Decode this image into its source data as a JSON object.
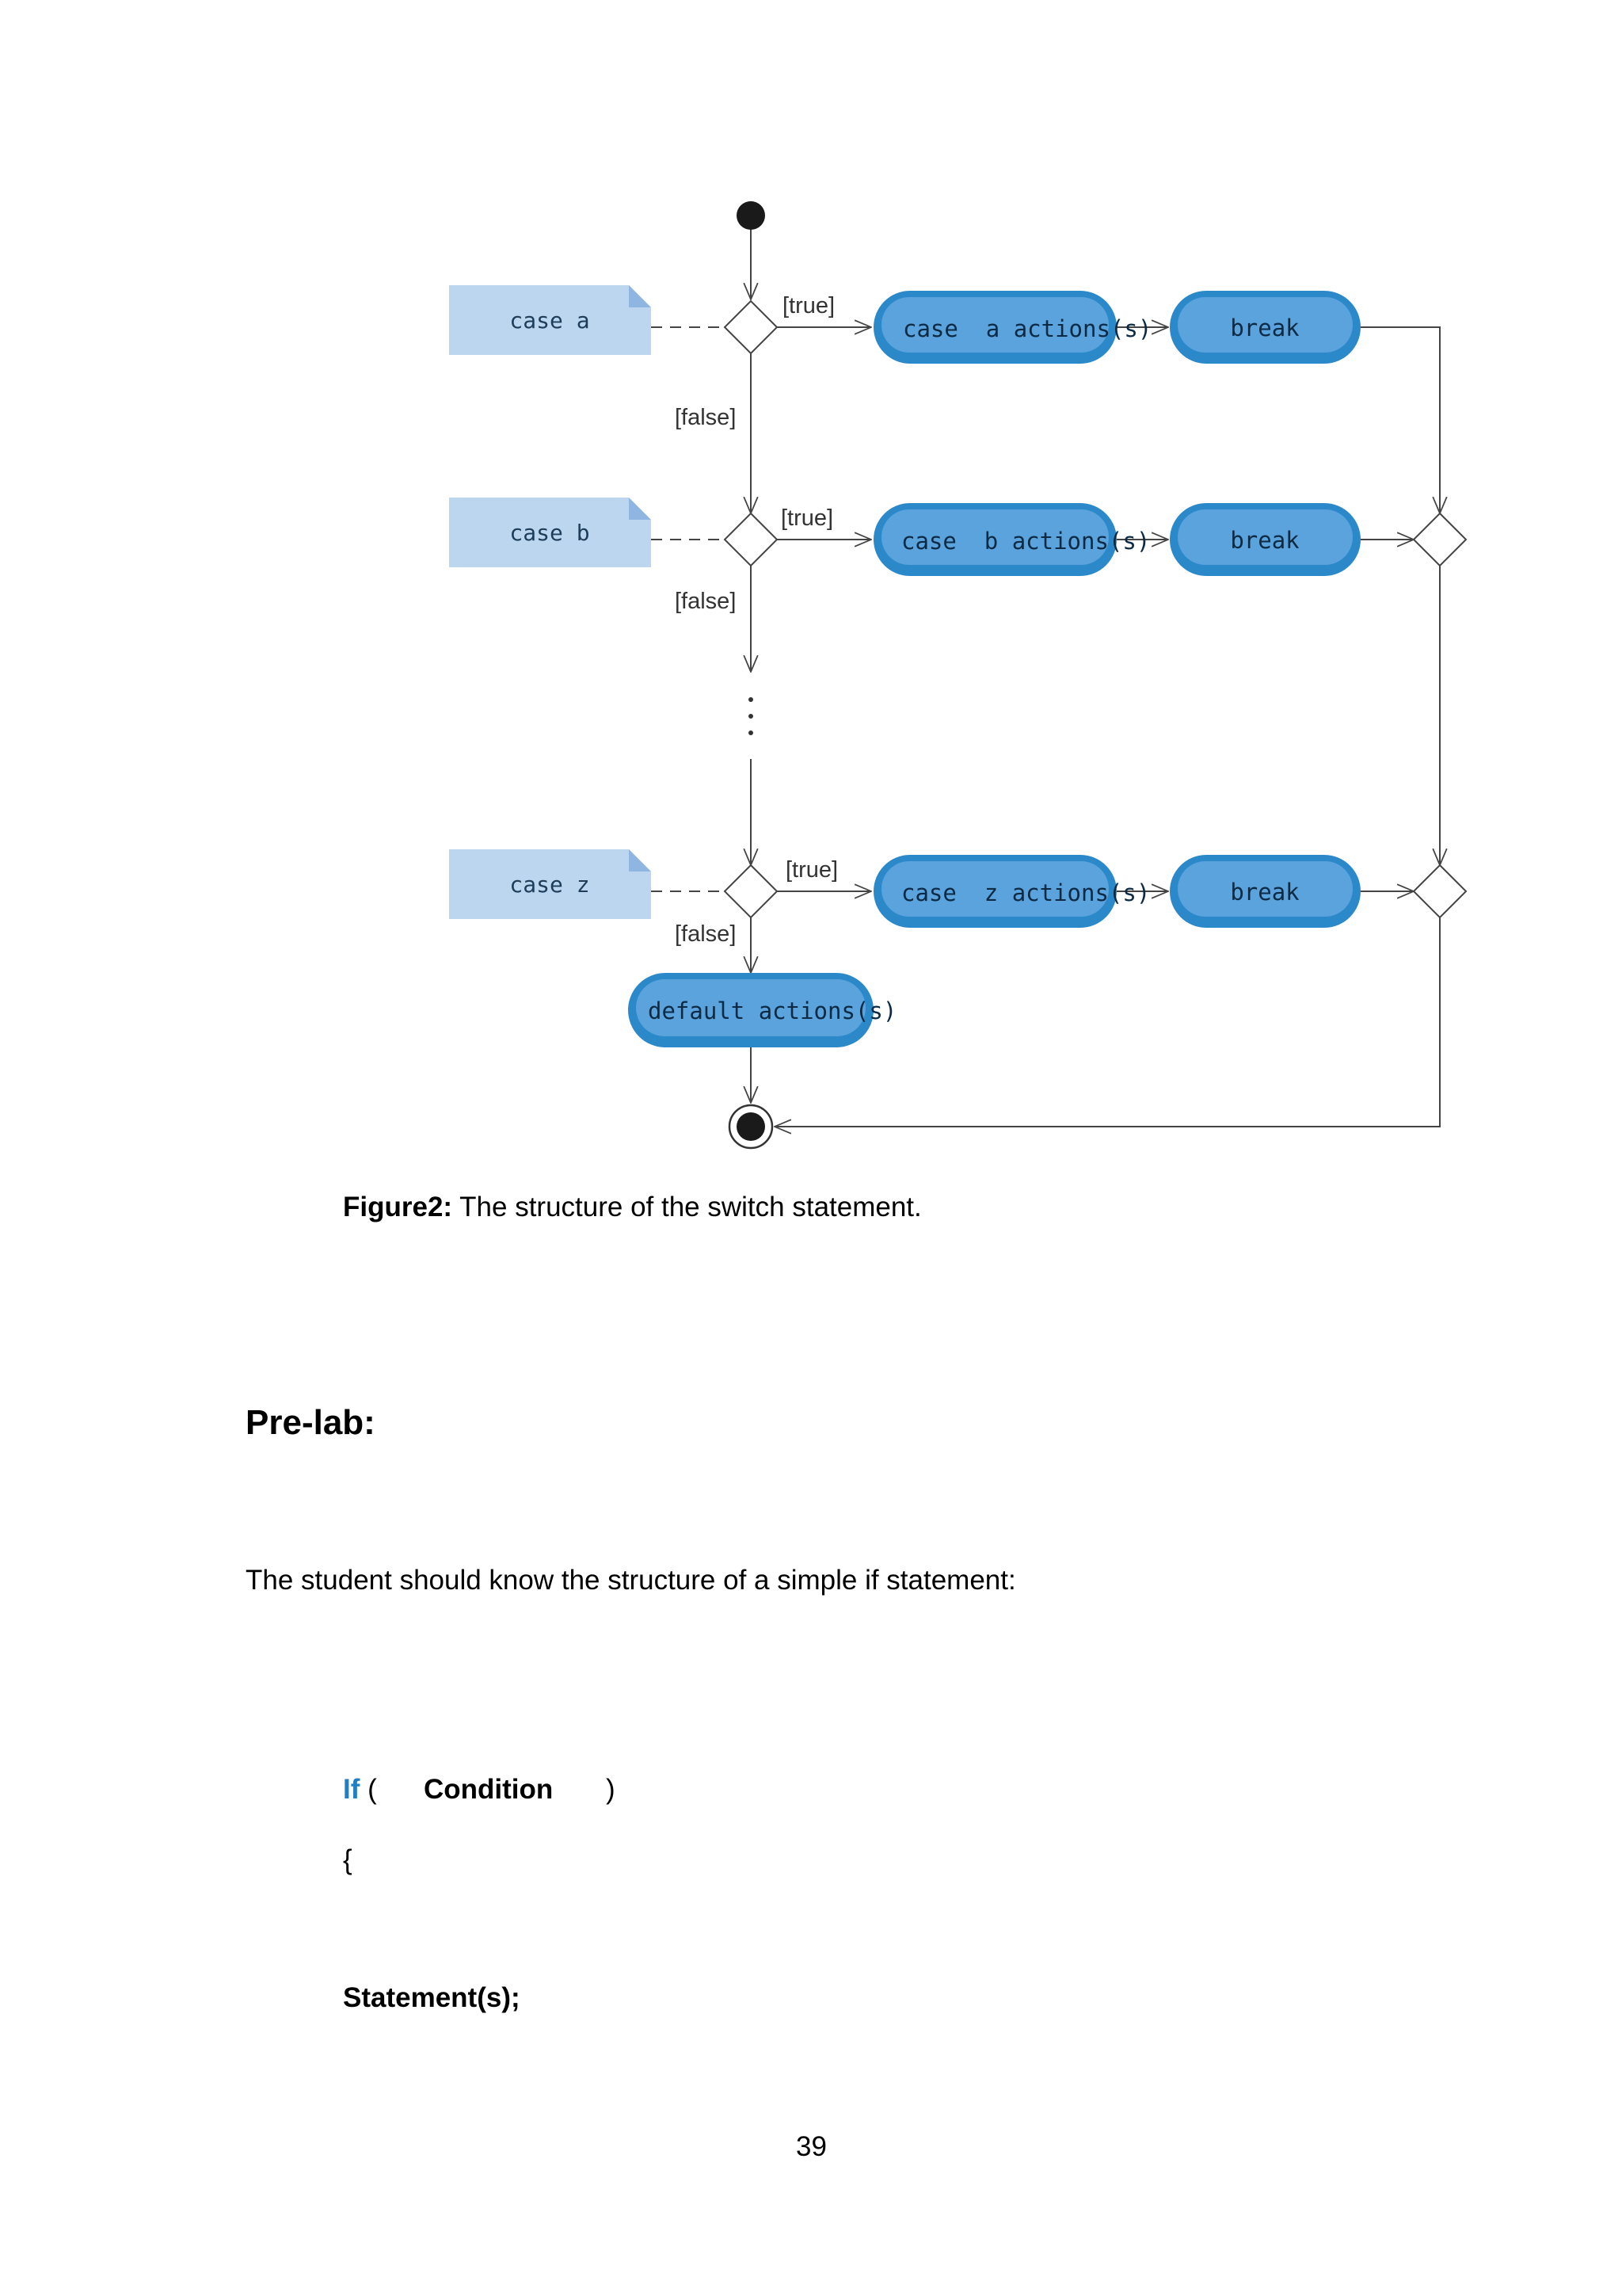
{
  "figure": {
    "cases": [
      {
        "case_kw": "case",
        "case_var": "a",
        "action_kw": "case",
        "action_var": "a",
        "action_text": "actions(s)",
        "break_label": "break"
      },
      {
        "case_kw": "case",
        "case_var": "b",
        "action_kw": "case",
        "action_var": "b",
        "action_text": "actions(s)",
        "break_label": "break"
      },
      {
        "case_kw": "case",
        "case_var": "z",
        "action_kw": "case",
        "action_var": "z",
        "action_text": "actions(s)",
        "break_label": "break"
      }
    ],
    "true_label": "[true]",
    "false_label": "[false]",
    "default_kw": "default",
    "default_text": "actions(s)",
    "caption_bold": "Figure2:",
    "caption_text": " The structure of the switch statement.",
    "colors": {
      "note_fill": "#bcd6f0",
      "note_fold": "#8fb6e0",
      "pill_outer": "#2c89c9",
      "pill_inner": "#5aa3dc",
      "line": "#444444"
    }
  },
  "heading": "Pre-lab:",
  "paragraph": "The student should know the structure of a simple if statement:",
  "code": {
    "keyword": "If",
    "open_paren": " (",
    "condition": "Condition",
    "close_paren": ")",
    "open_brace": "{",
    "statement": "Statement(s);"
  },
  "page_number": "39"
}
